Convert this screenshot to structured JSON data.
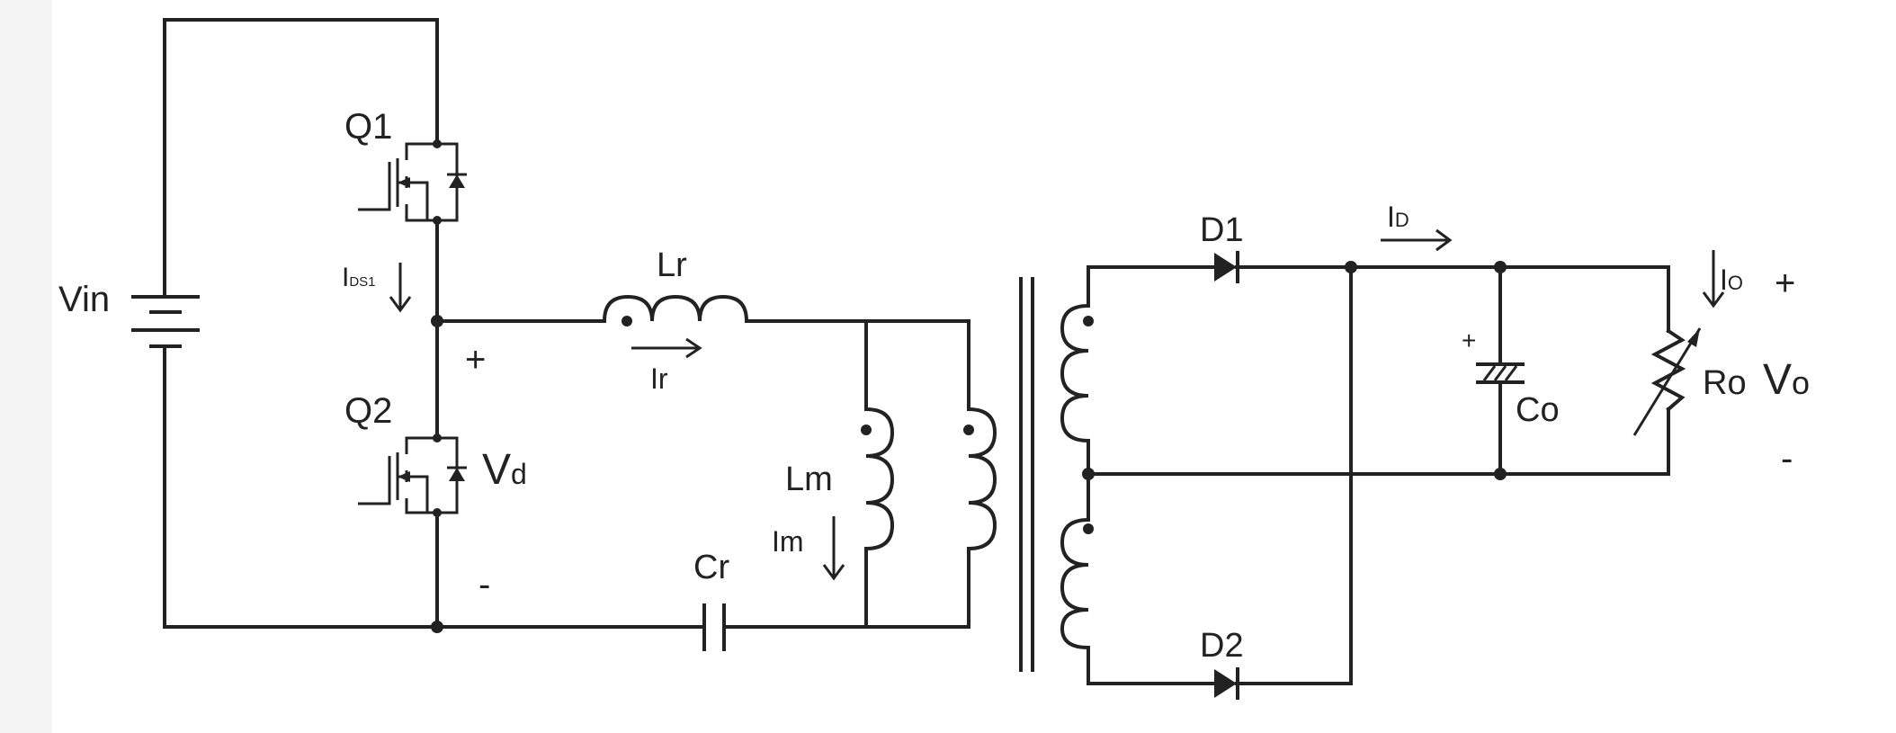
{
  "labels": {
    "vin": "Vin",
    "q1": "Q1",
    "q2": "Q2",
    "ids1": {
      "main": "I",
      "sub": "DS1"
    },
    "lr": "Lr",
    "ir": "Ir",
    "lm": "Lm",
    "im": "Im",
    "cr": "Cr",
    "vd": {
      "main": "V",
      "sub": "d"
    },
    "plus_half_bridge": "+",
    "minus_half_bridge": "-",
    "d1": "D1",
    "d2": "D2",
    "id": {
      "main": "I",
      "sub": "D"
    },
    "io": {
      "main": "I",
      "sub": "O"
    },
    "co": "Co",
    "co_polarity": "+",
    "ro": "Ro",
    "vo": {
      "main": "V",
      "sub": "o"
    },
    "plus_output": "+",
    "minus_output": "-"
  }
}
